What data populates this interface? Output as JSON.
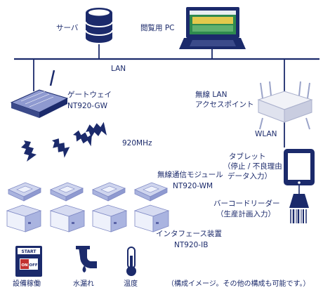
{
  "server": {
    "label": "サーバ"
  },
  "pc": {
    "label": "閲覧用 PC"
  },
  "lan": {
    "label": "LAN"
  },
  "gateway": {
    "name": "ゲートウェイ",
    "model": "NT920-GW"
  },
  "wireless": {
    "freq": "920MHz"
  },
  "ap": {
    "line1": "無線 LAN",
    "line2": "アクセスポイント"
  },
  "wlan": {
    "label": "WLAN"
  },
  "tablet": {
    "line1": "タブレット",
    "line2": "（停止 / 不良理由",
    "line3": "データ入力）"
  },
  "module": {
    "name": "無線通信モジュール",
    "model": "NT920-WM"
  },
  "barcode": {
    "line1": "バーコードリーダー",
    "line2": "（生産計画入力）"
  },
  "interface": {
    "name": "インタフェース装置",
    "model": "NT920-IB"
  },
  "sensors": {
    "operation": {
      "label": "設備稼働",
      "start": "START",
      "on": "ON",
      "off": "OFF"
    },
    "leak": {
      "label": "水漏れ"
    },
    "temp": {
      "label": "温度"
    }
  },
  "note": "（構成イメージ。その他の構成も可能です。）",
  "colors": {
    "navy": "#1b2a6b",
    "device": "#b9c2e4",
    "deviceDark": "#8f9ad0"
  }
}
